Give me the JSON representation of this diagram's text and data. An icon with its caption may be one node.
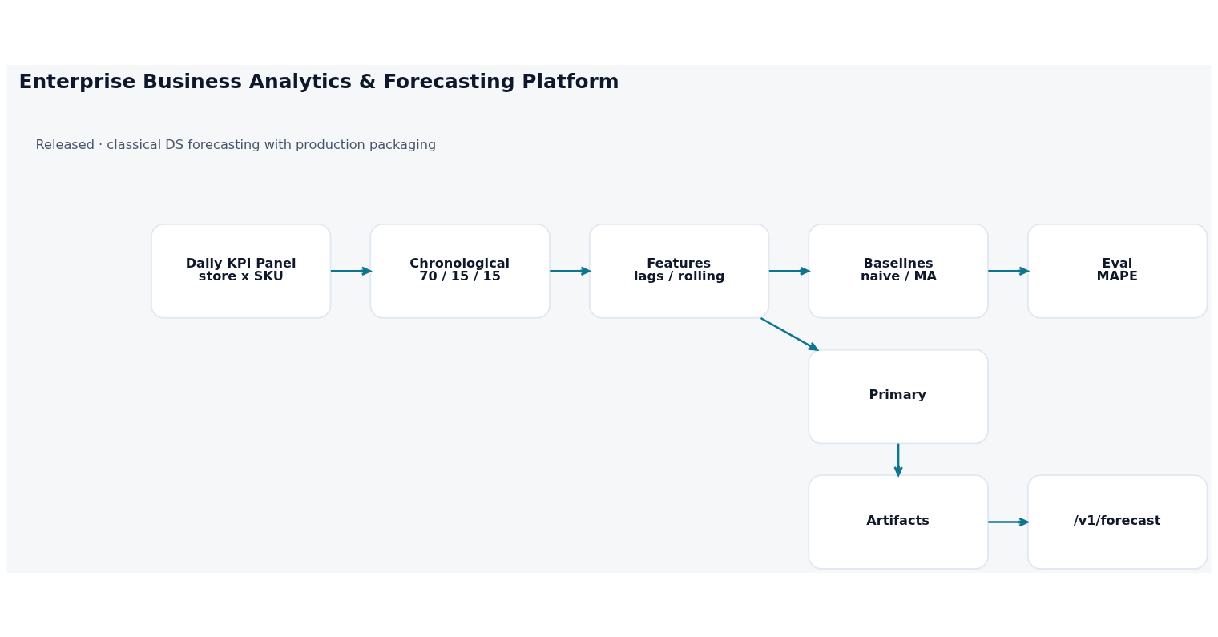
{
  "diagram": {
    "title": "Enterprise Business Analytics & Forecasting Platform",
    "nodes": [
      {
        "text": [
          "Daily KPI Panel",
          "store x SKU"
        ]
      },
      {
        "text": [
          "Chronological",
          "70 / 15 / 15"
        ]
      },
      {
        "text": [
          "Features",
          "lags / rolling"
        ]
      },
      {
        "text": [
          "Baselines",
          "naive / MA"
        ]
      },
      {
        "text": [
          "Primary"
        ]
      },
      {
        "text": [
          "Eval",
          "MAPE"
        ]
      },
      {
        "text": [
          "Artifacts"
        ]
      },
      {
        "text": [
          "/v1/forecast"
        ]
      }
    ],
    "edges": [
      {
        "from": 0,
        "to": 1,
        "arrow": "to"
      },
      {
        "from": 1,
        "to": 2,
        "arrow": "to"
      },
      {
        "from": 2,
        "to": 3,
        "arrow": "to"
      },
      {
        "from": 2,
        "to": 4,
        "arrow": "to"
      },
      {
        "from": 3,
        "to": 5,
        "arrow": "to"
      },
      {
        "from": 4,
        "to": 6,
        "arrow": "to"
      },
      {
        "from": 6,
        "to": 7,
        "arrow": "to"
      }
    ],
    "labels": [
      "Released · classical DS forecasting with production packaging"
    ]
  }
}
